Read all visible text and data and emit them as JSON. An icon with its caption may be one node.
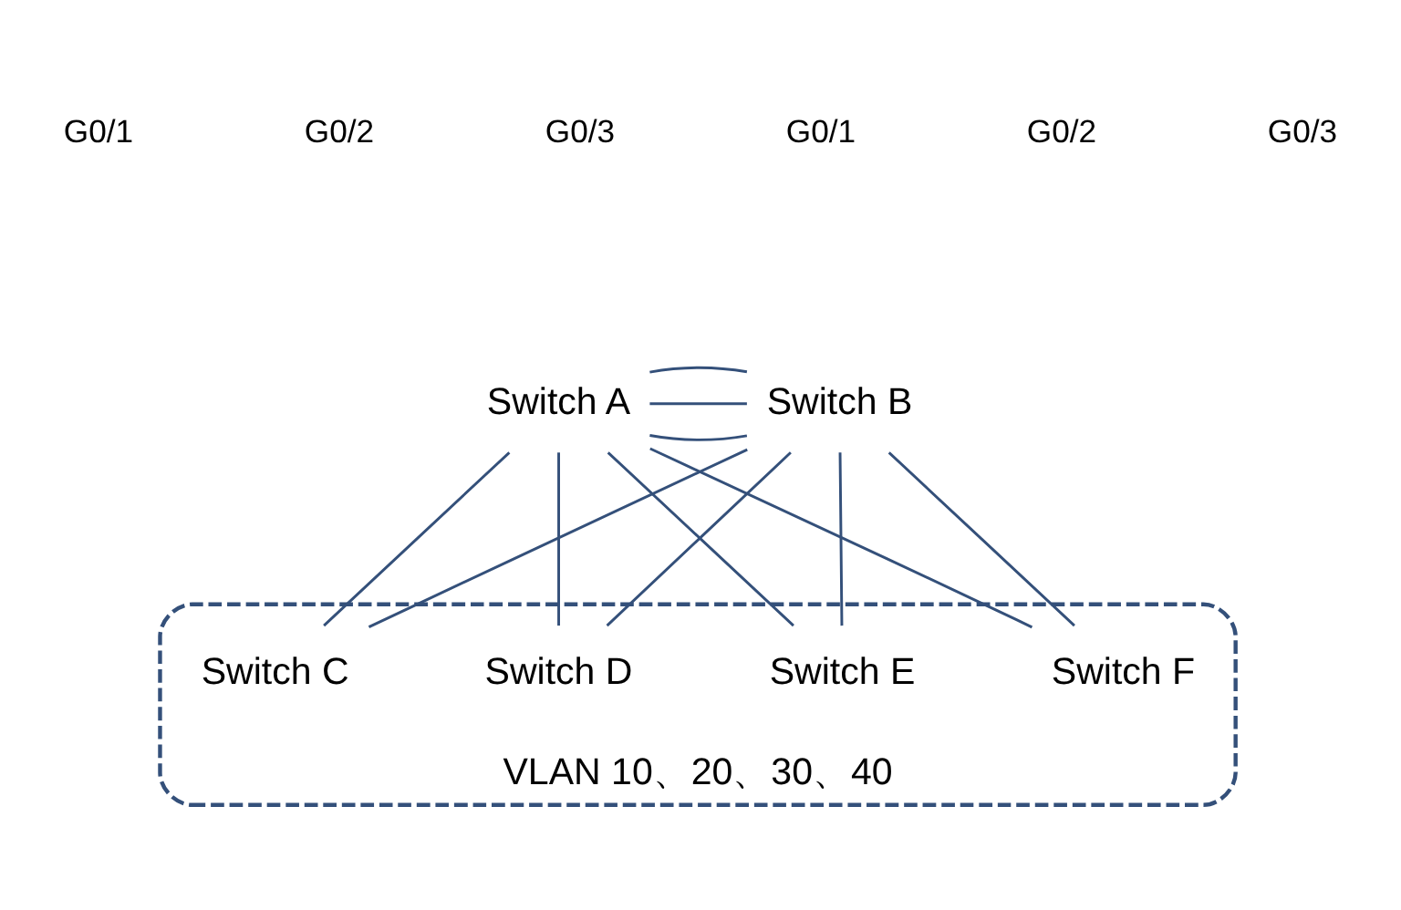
{
  "diagram": {
    "nodes": [
      {
        "text": [
          "Switch A"
        ]
      },
      {
        "text": [
          "Switch B"
        ]
      },
      {
        "text": [
          "VLAN 10、20、30、40"
        ]
      },
      {
        "text": [
          "Switch C"
        ],
        "in": 2
      },
      {
        "text": [
          "Switch D"
        ],
        "in": 2
      },
      {
        "text": [
          "Switch E"
        ],
        "in": 2
      },
      {
        "text": [
          "Switch F"
        ],
        "in": 2
      }
    ],
    "edges": [
      {
        "from": 0,
        "to": 1,
        "arrow": "none"
      },
      {
        "from": 0,
        "to": 1,
        "arrow": "none"
      },
      {
        "from": 0,
        "to": 1,
        "arrow": "none"
      },
      {
        "from": 0,
        "to": 3,
        "arrow": "none"
      },
      {
        "from": 0,
        "to": 4,
        "arrow": "none"
      },
      {
        "from": 0,
        "to": 5,
        "arrow": "none"
      },
      {
        "from": 0,
        "to": 6,
        "arrow": "none"
      },
      {
        "from": 1,
        "to": 3,
        "arrow": "none"
      },
      {
        "from": 1,
        "to": 4,
        "arrow": "none"
      },
      {
        "from": 1,
        "to": 5,
        "arrow": "none"
      },
      {
        "from": 1,
        "to": 6,
        "arrow": "none"
      }
    ],
    "labels": [
      "G0/1",
      "G0/1",
      "G0/2",
      "G0/2",
      "G0/3",
      "G0/3"
    ]
  }
}
